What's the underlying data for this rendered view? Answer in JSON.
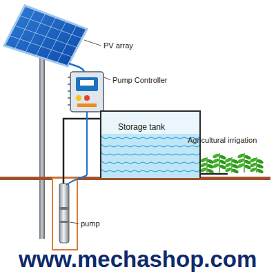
{
  "diagram": {
    "nodes": [
      {
        "text": [
          "Storage tank"
        ]
      }
    ],
    "labels": [
      "PV array",
      "Pump Controller",
      "Agricultural irrigation",
      "pump",
      "www.mechashop.com"
    ]
  }
}
